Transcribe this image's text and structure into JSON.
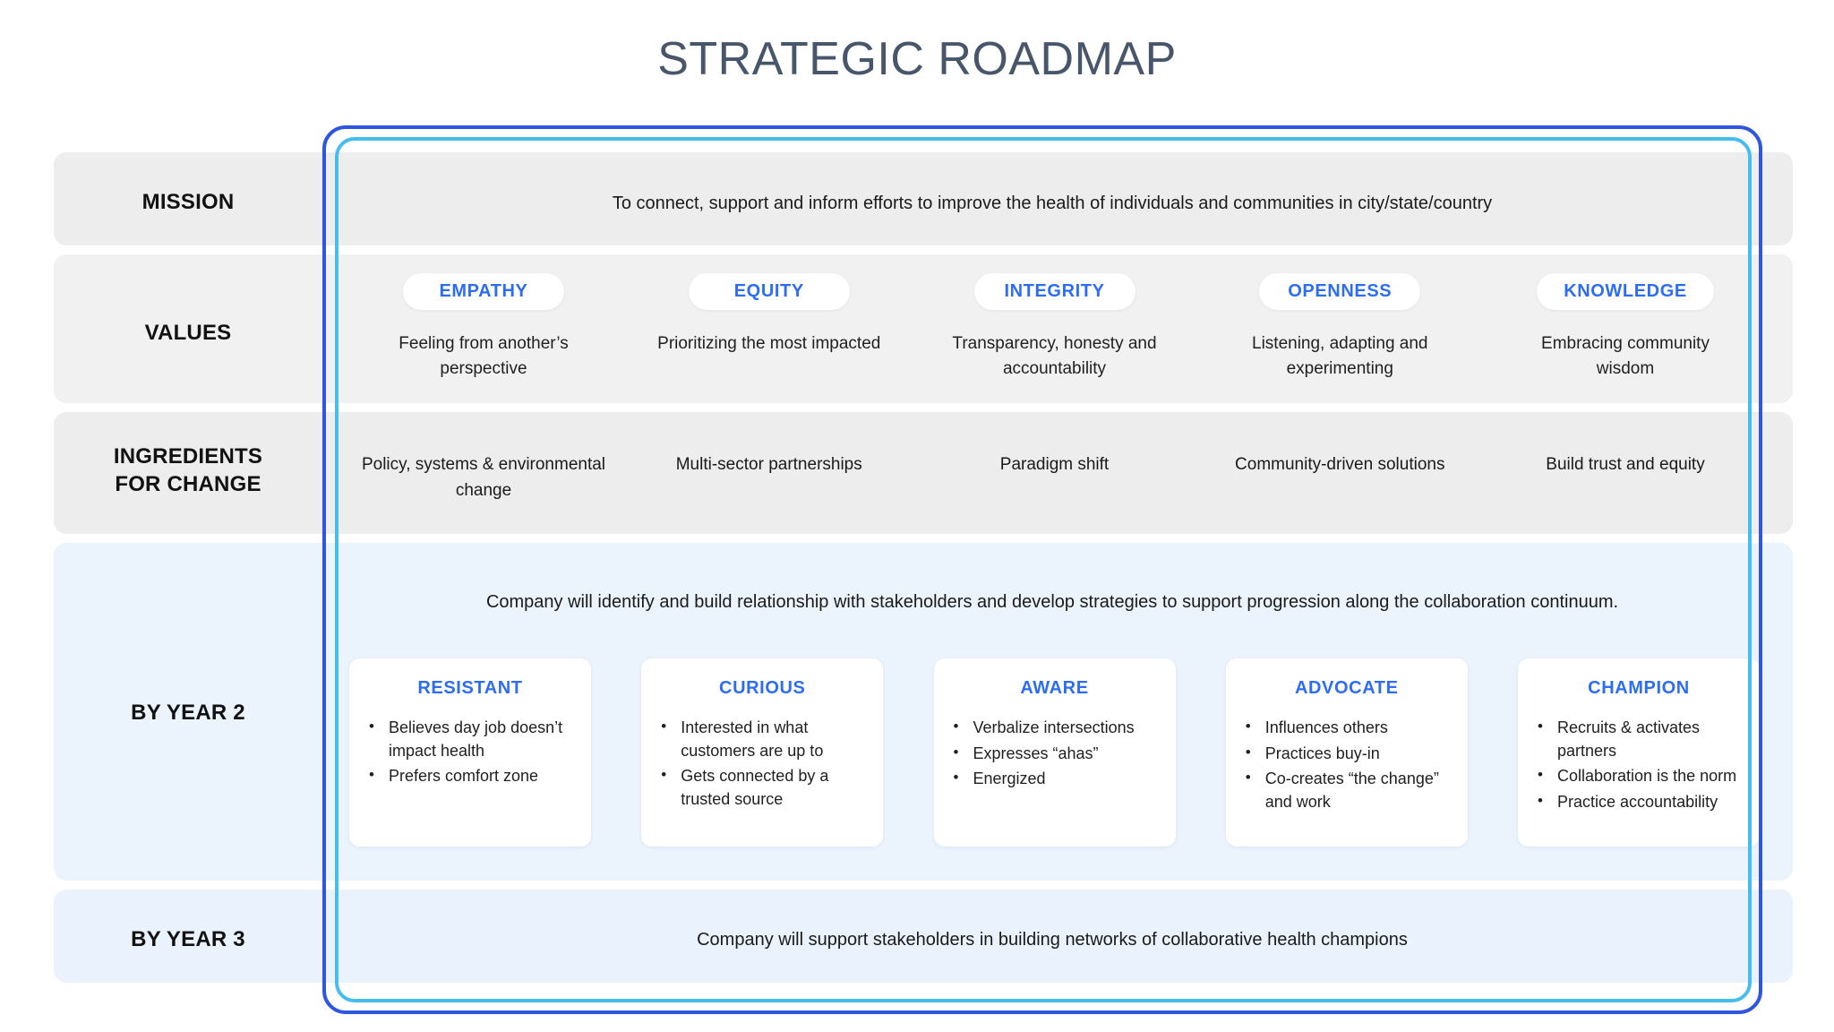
{
  "page": {
    "title": "STRATEGIC ROADMAP"
  },
  "colors": {
    "title": "#47566B",
    "accent_blue": "#2D6DF6",
    "frame_outer": "#2F56E0",
    "frame_inner": "#45BEEE",
    "band_gray": "#EDEDED",
    "band_blue": "#EBF3FD",
    "card_white": "#FFFFFF"
  },
  "rows": {
    "mission": {
      "label": "MISSION",
      "text": "To connect, support and inform efforts to improve the health of individuals and communities in city/state/country"
    },
    "values": {
      "label": "VALUES",
      "items": [
        {
          "name": "EMPATHY",
          "desc": "Feeling from another’s perspective"
        },
        {
          "name": "EQUITY",
          "desc": "Prioritizing the most impacted"
        },
        {
          "name": "INTEGRITY",
          "desc": "Transparency, honesty and accountability"
        },
        {
          "name": "OPENNESS",
          "desc": "Listening, adapting and experimenting"
        },
        {
          "name": "KNOWLEDGE",
          "desc": "Embracing community wisdom"
        }
      ]
    },
    "ingredients": {
      "label_line1": "INGREDIENTS",
      "label_line2": "FOR CHANGE",
      "items": [
        "Policy, systems & environmental change",
        "Multi-sector partnerships",
        "Paradigm shift",
        "Community-driven solutions",
        "Build trust and equity"
      ]
    },
    "year2": {
      "label": "BY YEAR 2",
      "intro": "Company will identify and build relationship with stakeholders and develop strategies to support progression along the collaboration continuum.",
      "stages": [
        {
          "title": "RESISTANT",
          "bullets": [
            "Believes day job doesn’t impact health",
            "Prefers comfort zone"
          ]
        },
        {
          "title": "CURIOUS",
          "bullets": [
            "Interested in what customers are up to",
            "Gets connected by a trusted source"
          ]
        },
        {
          "title": "AWARE",
          "bullets": [
            "Verbalize intersections",
            "Expresses “ahas”",
            "Energized"
          ]
        },
        {
          "title": "ADVOCATE",
          "bullets": [
            "Influences others",
            "Practices buy-in",
            "Co-creates “the change” and work"
          ]
        },
        {
          "title": "CHAMPION",
          "bullets": [
            "Recruits & activates partners",
            "Collaboration is the norm",
            "Practice accountability"
          ]
        }
      ]
    },
    "year3": {
      "label": "BY YEAR 3",
      "text": "Company will support stakeholders in building networks of collaborative health champions"
    }
  }
}
